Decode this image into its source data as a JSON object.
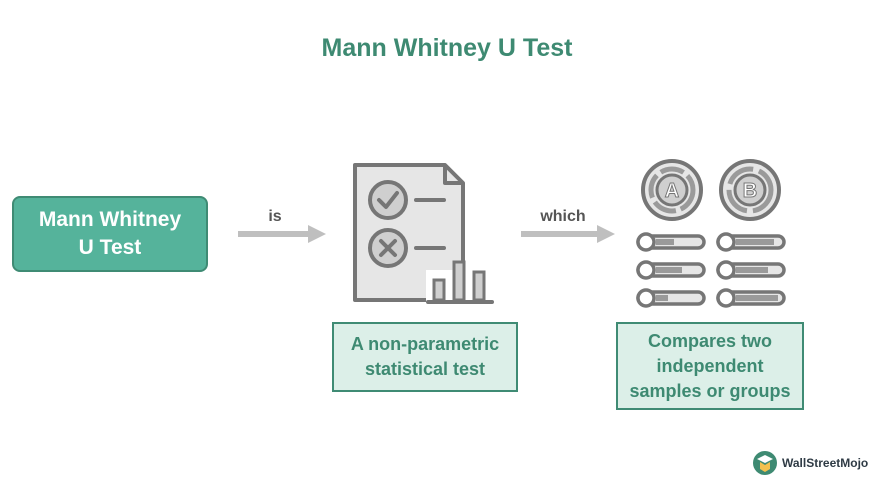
{
  "title": "Mann Whitney U Test",
  "main_box": {
    "line1": "Mann Whitney",
    "line2": "U Test"
  },
  "arrow1_label": "is",
  "arrow2_label": "which",
  "box_test": {
    "line1": "A non-parametric",
    "line2": "statistical test"
  },
  "box_compare": {
    "line1": "Compares two",
    "line2": "independent",
    "line3": "samples or groups"
  },
  "icon_a_letter": "A",
  "icon_b_letter": "B",
  "logo": {
    "text": "WallStreetMojo"
  },
  "colors": {
    "accent": "#55b39b",
    "accent_dark": "#3f8b74",
    "box_fill": "#dcefe8",
    "icon_gray": "#767676"
  }
}
